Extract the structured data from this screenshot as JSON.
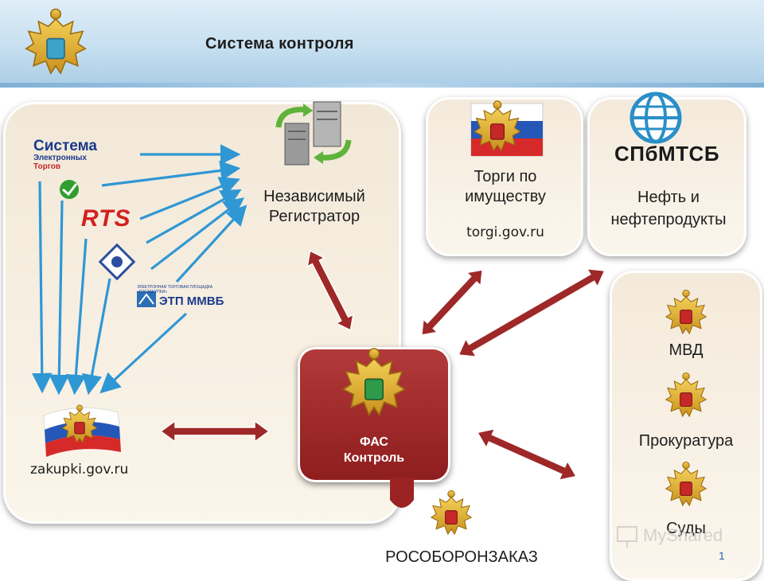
{
  "title": "Система контроля",
  "sources": {
    "set_line1": "Система",
    "set_line2": "Электронных",
    "set_line3": "Торгов",
    "rts": "RTS",
    "etp_caption": "ЭЛЕКТРОННАЯ ТОРГОВАЯ ПЛОЩАДКА «ГОСЗАКУПКИ»",
    "etp_name": "ЭТП ММВБ"
  },
  "registrar": {
    "line1": "Независимый",
    "line2": "Регистратор"
  },
  "zakupki": "zakupki.gov.ru",
  "fas": {
    "line1": "ФАС",
    "line2": "Контроль"
  },
  "torgi": {
    "line1": "Торги по",
    "line2": "имуществу",
    "url": "torgi.gov.ru"
  },
  "spb": {
    "logo": "СПбМТСБ",
    "line1": "Нефть и",
    "line2": "нефтепродукты"
  },
  "agencies": {
    "mvd": "МВД",
    "prok": "Прокуратура",
    "sudy": "Суды"
  },
  "rosoboronzakaz": "РОСОБОРОНЗАКАЗ",
  "watermark": "MyShared",
  "page_number": "1",
  "colors": {
    "arrow_red": "#9e2828",
    "arrow_blue": "#2f97d4",
    "fas_red": "#9b2323",
    "panel_bg": "#f6eddf"
  },
  "icons": [
    "coat-of-arms-icon",
    "server-sync-icon",
    "sberbank-logo-icon",
    "russian-flag-icon",
    "globe-logo-icon",
    "presentation-icon"
  ]
}
